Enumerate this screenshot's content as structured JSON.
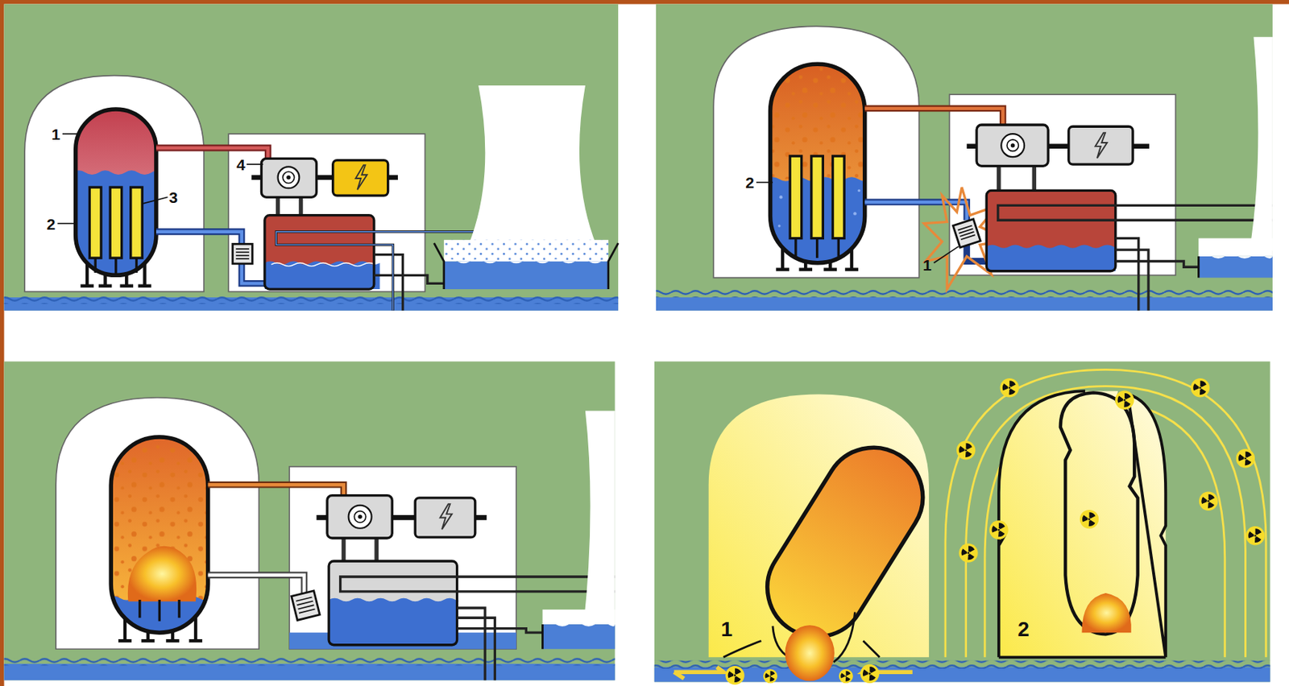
{
  "diagram": {
    "labels": [
      "1",
      "4",
      "3",
      "2",
      "2",
      "1",
      "1",
      "2"
    ]
  }
}
